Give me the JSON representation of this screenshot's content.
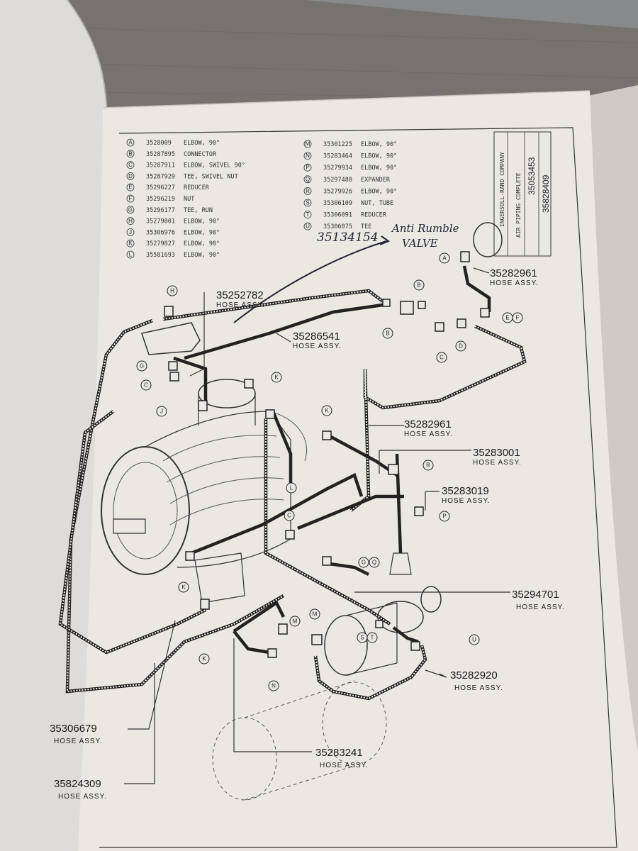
{
  "parts_list": {
    "left": [
      {
        "letter": "A",
        "number": "3528009",
        "desc": "ELBOW, 90°"
      },
      {
        "letter": "B",
        "number": "35287895",
        "desc": "CONNECTOR"
      },
      {
        "letter": "C",
        "number": "35287911",
        "desc": "ELBOW, SWIVEL 90°"
      },
      {
        "letter": "D",
        "number": "35287929",
        "desc": "TEE, SWIVEL NUT"
      },
      {
        "letter": "E",
        "number": "35296227",
        "desc": "REDUCER"
      },
      {
        "letter": "F",
        "number": "35296219",
        "desc": "NUT"
      },
      {
        "letter": "G",
        "number": "35296177",
        "desc": "TEE, RUN"
      },
      {
        "letter": "H",
        "number": "35279801",
        "desc": "ELBOW, 90°"
      },
      {
        "letter": "J",
        "number": "35306976",
        "desc": "ELBOW, 90°"
      },
      {
        "letter": "K",
        "number": "35279827",
        "desc": "ELBOW, 90°"
      },
      {
        "letter": "L",
        "number": "35581693",
        "desc": "ELBOW, 90°"
      }
    ],
    "right": [
      {
        "letter": "M",
        "number": "35301225",
        "desc": "ELBOW, 90°"
      },
      {
        "letter": "N",
        "number": "35283464",
        "desc": "ELBOW, 90°"
      },
      {
        "letter": "P",
        "number": "35279934",
        "desc": "ELBOW, 90°"
      },
      {
        "letter": "Q",
        "number": "35297480",
        "desc": "EXPANDER"
      },
      {
        "letter": "R",
        "number": "35279926",
        "desc": "ELBOW, 90°"
      },
      {
        "letter": "S",
        "number": "35306109",
        "desc": "NUT, TUBE"
      },
      {
        "letter": "T",
        "number": "35306091",
        "desc": "REDUCER"
      },
      {
        "letter": "U",
        "number": "35306075",
        "desc": "TEE"
      }
    ]
  },
  "title_block": {
    "company": "INGERSOLL-RAND COMPANY",
    "description": "AIR PIPING COMPLETE",
    "drawing_number": "35053453",
    "illustration_number": "35828409"
  },
  "handwritten": {
    "number": "35134154",
    "note_line1": "Anti Rumble",
    "note_line2": "VALVE"
  },
  "callouts": [
    {
      "number": "35252782",
      "label": "HOSE ASSY."
    },
    {
      "number": "35286541",
      "label": "HOSE ASSY."
    },
    {
      "number": "35282961",
      "label": "HOSE ASSY."
    },
    {
      "number": "35282961",
      "label": "HOSE ASSY."
    },
    {
      "number": "35283001",
      "label": "HOSE ASSY."
    },
    {
      "number": "35283019",
      "label": "HOSE ASSY."
    },
    {
      "number": "35294701",
      "label": "HOSE ASSY."
    },
    {
      "number": "35282920",
      "label": "HOSE ASSY."
    },
    {
      "number": "35306679",
      "label": "HOSE ASSY."
    },
    {
      "number": "35283241",
      "label": "HOSE ASSY."
    },
    {
      "number": "35824309",
      "label": "HOSE ASSY."
    }
  ],
  "fitting_letters": [
    "A",
    "B",
    "B",
    "C",
    "D",
    "E",
    "F",
    "G",
    "C",
    "H",
    "K",
    "J",
    "K",
    "L",
    "R",
    "P",
    "C",
    "G",
    "Q",
    "K",
    "K",
    "M",
    "M",
    "N",
    "S",
    "T",
    "U"
  ]
}
